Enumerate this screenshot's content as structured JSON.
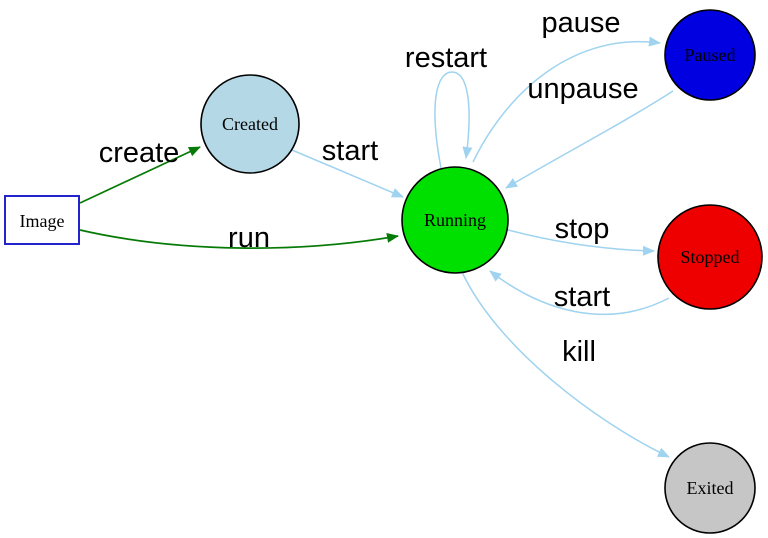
{
  "diagram": {
    "description": "Container lifecycle state diagram",
    "background": "#ffffff",
    "colors": {
      "edge_blue": "#9fd3ef",
      "edge_green": "#067a06",
      "node_border": "#000000",
      "image_box_border": "#2323cb",
      "label_color": "#000000"
    },
    "nodes": {
      "image": {
        "label": "Image",
        "shape": "rectangle",
        "fill": "#ffffff"
      },
      "created": {
        "label": "Created",
        "shape": "circle",
        "fill": "#b5d8e6"
      },
      "running": {
        "label": "Running",
        "shape": "circle",
        "fill": "#00e000"
      },
      "paused": {
        "label": "Paused",
        "shape": "circle",
        "fill": "#0000e0"
      },
      "stopped": {
        "label": "Stopped",
        "shape": "circle",
        "fill": "#ee0000"
      },
      "exited": {
        "label": "Exited",
        "shape": "circle",
        "fill": "#c6c6c6"
      }
    },
    "edges": {
      "create": {
        "label": "create",
        "from": "image",
        "to": "created",
        "color": "green"
      },
      "run": {
        "label": "run",
        "from": "image",
        "to": "running",
        "color": "green"
      },
      "start": {
        "label": "start",
        "from": "created",
        "to": "running",
        "color": "blue"
      },
      "restart": {
        "label": "restart",
        "from": "running",
        "to": "running",
        "color": "blue"
      },
      "pause": {
        "label": "pause",
        "from": "running",
        "to": "paused",
        "color": "blue"
      },
      "unpause": {
        "label": "unpause",
        "from": "paused",
        "to": "running",
        "color": "blue"
      },
      "stop": {
        "label": "stop",
        "from": "running",
        "to": "stopped",
        "color": "blue"
      },
      "start_2": {
        "label": "start",
        "from": "stopped",
        "to": "running",
        "color": "blue"
      },
      "kill": {
        "label": "kill",
        "from": "running",
        "to": "exited",
        "color": "blue"
      }
    }
  }
}
